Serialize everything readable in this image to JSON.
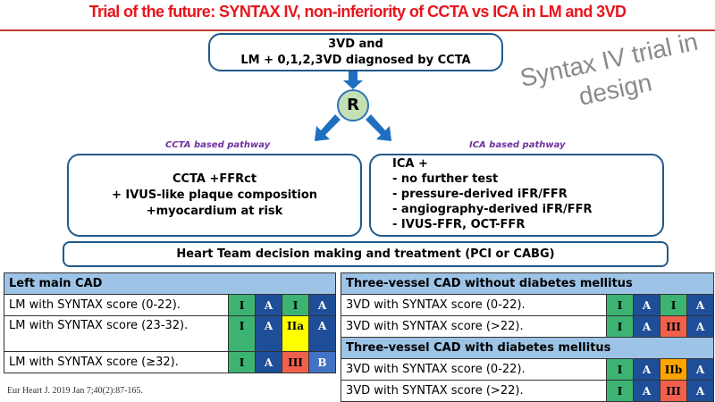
{
  "title": "Trial of the future: SYNTAX IV, non-inferiority of CCTA vs ICA in LM and 3VD",
  "top_box": {
    "line1": "3VD and",
    "line2": "LM + 0,1,2,3VD diagnosed by CCTA"
  },
  "randomize": "R",
  "ccta_label": "CCTA based pathway",
  "ica_label": "ICA based pathway",
  "ccta_box": [
    "CCTA +FFRct",
    "+ IVUS-like plaque composition",
    "+myocardium at risk"
  ],
  "ica_box": [
    "ICA +",
    "- no further test",
    "- pressure-derived iFR/FFR",
    "- angiography-derived iFR/FFR",
    "- IVUS-FFR, OCT-FFR"
  ],
  "heart_team": "Heart Team decision making and treatment (PCI or CABG)",
  "colors": {
    "I": "#3cb371",
    "A": "#1f4e99",
    "IIa": "#ffff00",
    "III": "#f0604d",
    "IIb": "#ffa500",
    "B": "#4472c4"
  },
  "lm_table": {
    "header": "Left main CAD",
    "rows": [
      {
        "label": "LM with SYNTAX score (0-22).",
        "cells": [
          "I",
          "A",
          "I",
          "A"
        ]
      },
      {
        "label": "LM with SYNTAX score (23-32).",
        "cells": [
          "I",
          "A",
          "IIa",
          "A"
        ]
      },
      {
        "label": "LM with SYNTAX score (≥32).",
        "cells": [
          "I",
          "A",
          "III",
          "B"
        ]
      }
    ]
  },
  "tv_table": {
    "sections": [
      {
        "header": "Three-vessel CAD without diabetes mellitus",
        "rows": [
          {
            "label": "3VD with SYNTAX score (0-22).",
            "cells": [
              "I",
              "A",
              "I",
              "A"
            ]
          },
          {
            "label": "3VD with SYNTAX score (>22).",
            "cells": [
              "I",
              "A",
              "III",
              "A"
            ]
          }
        ]
      },
      {
        "header": "Three-vessel CAD with diabetes mellitus",
        "rows": [
          {
            "label": "3VD with SYNTAX score (0-22).",
            "cells": [
              "I",
              "A",
              "IIb",
              "A"
            ]
          },
          {
            "label": "3VD with SYNTAX score (>22).",
            "cells": [
              "I",
              "A",
              "III",
              "A"
            ]
          }
        ]
      }
    ]
  },
  "citation": "Eur Heart J. 2019 Jan 7;40(2):87-165.",
  "watermark": "Syntax IV trial in design"
}
